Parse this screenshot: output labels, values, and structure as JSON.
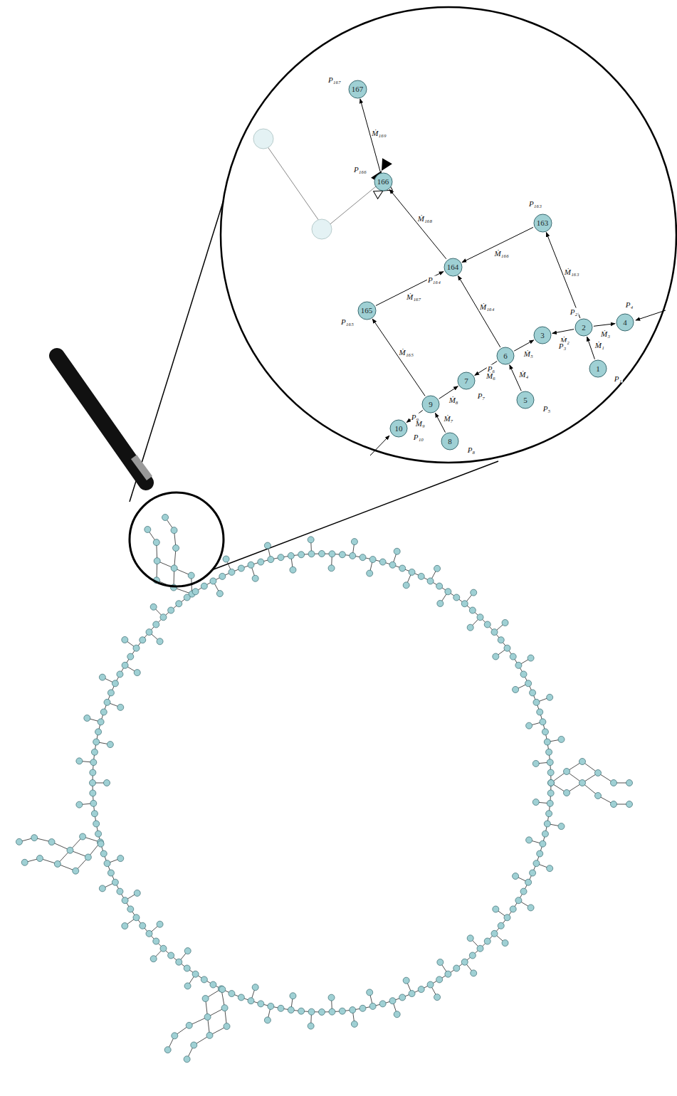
{
  "diagram": {
    "nodes": [
      {
        "text": [
          "167"
        ]
      },
      {
        "text": [
          "166"
        ]
      },
      {
        "text": [
          "163"
        ]
      },
      {
        "text": [
          "164"
        ]
      },
      {
        "text": [
          "165"
        ]
      },
      {
        "text": [
          "4"
        ]
      },
      {
        "text": [
          "2"
        ]
      },
      {
        "text": [
          "3"
        ]
      },
      {
        "text": [
          "1"
        ]
      },
      {
        "text": [
          "6"
        ]
      },
      {
        "text": [
          "5"
        ]
      },
      {
        "text": [
          "7"
        ]
      },
      {
        "text": [
          "9"
        ]
      },
      {
        "text": [
          "8"
        ]
      },
      {
        "text": [
          "10"
        ]
      }
    ],
    "edges": [
      {
        "from": 8,
        "to": 6,
        "arrow": "to",
        "label": "Ṁ₁"
      },
      {
        "from": 6,
        "to": 5,
        "arrow": "to",
        "label": "Ṁ₃"
      },
      {
        "from": 6,
        "to": 7,
        "arrow": "to",
        "label": "Ṁ₂"
      },
      {
        "from": 6,
        "to": 2,
        "arrow": "to",
        "label": "Ṁ₁₆₃"
      },
      {
        "from": 2,
        "to": 3,
        "arrow": "to",
        "label": "Ṁ₁₆₆"
      },
      {
        "from": 9,
        "to": 3,
        "arrow": "to",
        "label": "Ṁ₁₆₄"
      },
      {
        "from": 9,
        "to": 7,
        "arrow": "to",
        "label": "Ṁ₅"
      },
      {
        "from": 10,
        "to": 9,
        "arrow": "to",
        "label": "Ṁ₄"
      },
      {
        "from": 9,
        "to": 11,
        "arrow": "to",
        "label": "Ṁ₆"
      },
      {
        "from": 12,
        "to": 11,
        "arrow": "to",
        "label": "Ṁ₈"
      },
      {
        "from": 13,
        "to": 12,
        "arrow": "to",
        "label": "Ṁ₇"
      },
      {
        "from": 12,
        "to": 14,
        "arrow": "to",
        "label": "Ṁ₉"
      },
      {
        "from": 12,
        "to": 4,
        "arrow": "to",
        "label": "Ṁ₁₆₅"
      },
      {
        "from": 4,
        "to": 3,
        "arrow": "to",
        "label": "Ṁ₁₆₇"
      },
      {
        "from": 3,
        "to": 1,
        "arrow": "to",
        "label": "Ṁ₁₆₈"
      },
      {
        "from": 1,
        "to": 0,
        "arrow": "to",
        "label": "Ṁ₁₆₉"
      }
    ],
    "labels": [
      "P₁₆₇",
      "P₁₆₆",
      "P₁₆₃",
      "P₁₆₄",
      "P₁₆₅",
      "P₄",
      "P₂",
      "P₃",
      "P₁",
      "P₆",
      "P₅",
      "P₇",
      "P₉",
      "P₈",
      "P₁₀"
    ]
  }
}
